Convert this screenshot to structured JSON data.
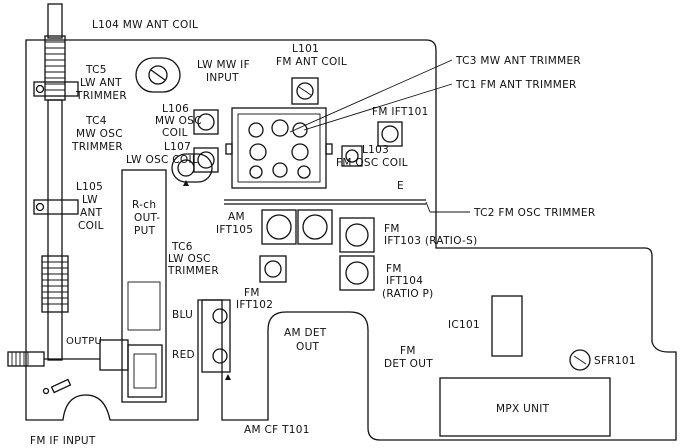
{
  "labels": {
    "l104": "L104 MW ANT COIL",
    "tc5": [
      "TC5",
      "LW ANT",
      "TRIMMER"
    ],
    "lw_mw_if": [
      "LW MW IF",
      "INPUT"
    ],
    "l101": [
      "L101",
      "FM ANT COIL"
    ],
    "tc3": "TC3 MW ANT TRIMMER",
    "tc1": "TC1 FM ANT TRIMMER",
    "l106": [
      "L106",
      "MW OSC",
      "COIL"
    ],
    "tc4": [
      "TC4",
      "MW OSC",
      "TRIMMER"
    ],
    "fm_ift101": "FM IFT101",
    "l107": [
      "L107",
      "LW OSC COIL"
    ],
    "l103": [
      "L103",
      "FM OSC COIL"
    ],
    "e": "E",
    "l105": [
      "L105",
      "LW",
      "ANT",
      "COIL"
    ],
    "rch": [
      "R-ch",
      "OUT-",
      "PUT"
    ],
    "tc2": "TC2 FM OSC TRIMMER",
    "am_ift105": [
      "AM",
      "IFT105"
    ],
    "fm_ift103": [
      "FM",
      "IFT103 (RATIO-S)"
    ],
    "tc6": [
      "TC6",
      "LW OSC",
      "TRIMMER"
    ],
    "fm_ift102": [
      "FM",
      "IFT102"
    ],
    "fm_ift104": [
      "FM",
      "IFT104",
      "(RATIO P)"
    ],
    "blu": "BLU",
    "red": "RED",
    "am_det": [
      "AM DET",
      "OUT"
    ],
    "ic101": "IC101",
    "fm_det": [
      "FM",
      "DET OUT"
    ],
    "sfr101": "SFR101",
    "outpu": "OUTPU",
    "mpx": "MPX UNIT",
    "am_cf": "AM CF T101",
    "fm_if_input": "FM IF INPUT"
  }
}
